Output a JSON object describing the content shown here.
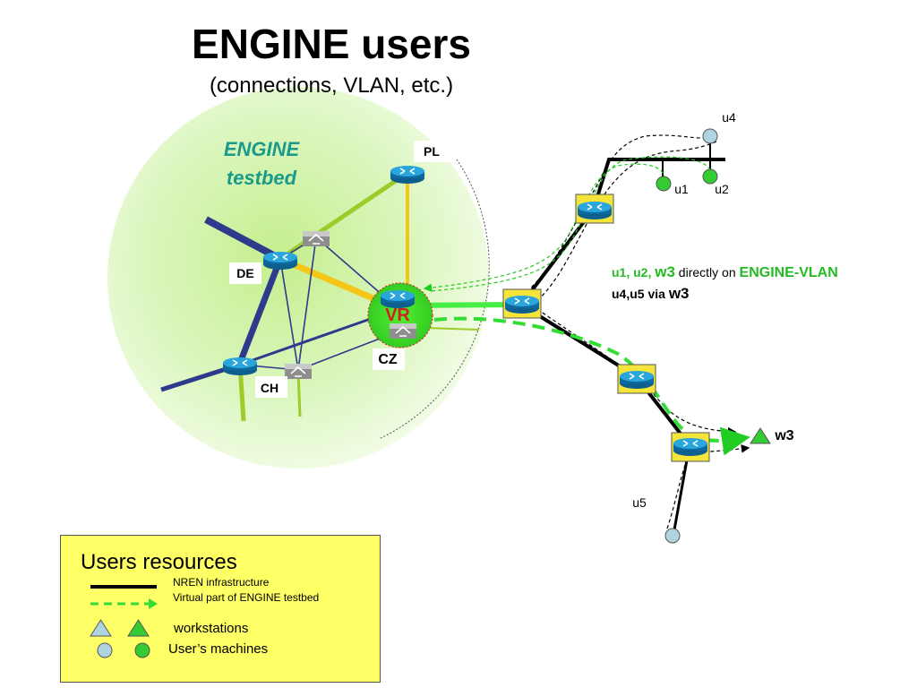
{
  "title": "ENGINE users",
  "subtitle": "(connections, VLAN, etc.)",
  "testbed_label_line1": "ENGINE",
  "testbed_label_line2": "testbed",
  "nodes": {
    "pl": "PL",
    "de": "DE",
    "ch": "CH",
    "cz": "CZ",
    "vr": "VR"
  },
  "users": {
    "u4": "u4",
    "u1": "u1",
    "u2": "u2",
    "u5": "u5",
    "w3": "w3"
  },
  "annotation": {
    "line1_prefix": "u1, u2, ",
    "line1_w3": "w3",
    "line1_mid": " directly on ",
    "line1_vlan": "ENGINE-VLAN",
    "line2_prefix": "u4,u5 via ",
    "line2_w3": "w3"
  },
  "legend": {
    "title": "Users resources",
    "nren": "NREN infrastructure",
    "virtual": "Virtual part of ENGINE testbed",
    "workstations": "workstations",
    "user_machines": "User’s machines"
  },
  "colors": {
    "testbed_area": "#d9f5b4",
    "engine_label": "#1a9a8a",
    "backbone": "#2e3a8c",
    "link_green": "#9ccc2a",
    "link_yellow": "#f5c518",
    "vlan_green": "#33dd33",
    "router_blue": "#1f8fc8",
    "switch_gray": "#999999",
    "legend_bg": "#ffff66",
    "user_blue": "#aed4e0",
    "user_green": "#33cc33"
  }
}
